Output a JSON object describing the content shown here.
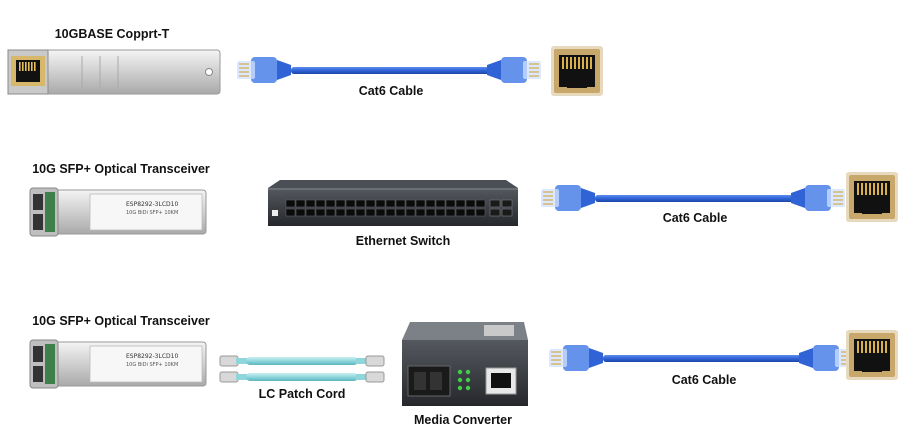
{
  "rows": [
    {
      "device_label": "10GBASE Copprt-T",
      "cable_label": "Cat6 Cable"
    },
    {
      "device_label": "10G SFP+ Optical Transceiver",
      "switch_label": "Ethernet Switch",
      "cable_label": "Cat6 Cable"
    },
    {
      "device_label": "10G SFP+ Optical Transceiver",
      "patch_label": "LC Patch Cord",
      "converter_label": "Media Converter",
      "cable_label": "Cat6 Cable"
    }
  ],
  "transceiver_text": {
    "line1": "ESP8292-3LCD10",
    "line2": "10G BiDi SFP+ 10KM"
  },
  "colors": {
    "cable": "#2f63d6",
    "fiber": "#8fd6dc",
    "switch": "#23252a",
    "converter": "#3a3d42"
  },
  "icons": [
    "copper-sfp-icon",
    "rj45-port-icon",
    "sfp-transceiver-icon",
    "ethernet-switch-icon",
    "lc-patch-cord-icon",
    "media-converter-icon",
    "cat6-cable-icon"
  ]
}
